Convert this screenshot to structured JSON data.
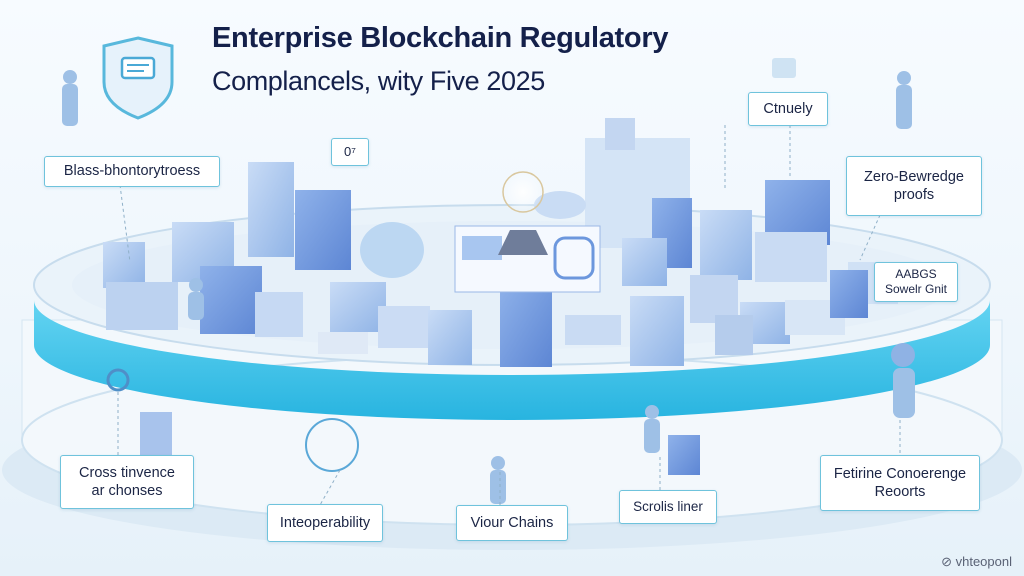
{
  "header": {
    "title": "Enterprise Blockchain Regulatory",
    "subtitle": "Complancels, wity Five 2025"
  },
  "labels": {
    "top_left": "Blass-bhontorytroess",
    "small_code": "0⁷",
    "top_right": "Ctnuely",
    "right_upper_line1": "Zero-Bewredge",
    "right_upper_line2": "proofs",
    "right_mid_line1": "AABGS",
    "right_mid_line2": "Sowelr Gnit",
    "bottom_left_line1": "Cross tinvence",
    "bottom_left_line2": "ar chonses",
    "bottom_center_left": "Inteoperability",
    "bottom_center": "Viour Chains",
    "bottom_center_right": "Scrolis liner",
    "bottom_right_line1": "Fetirine Conoerenge",
    "bottom_right_line2": "Reoorts"
  },
  "watermark": "⊘ vhteoponl",
  "colors": {
    "accent": "#3cc3e8",
    "platform_top": "#eaf3fa",
    "building": "#a9c8ee",
    "border": "#6fc3dc"
  }
}
